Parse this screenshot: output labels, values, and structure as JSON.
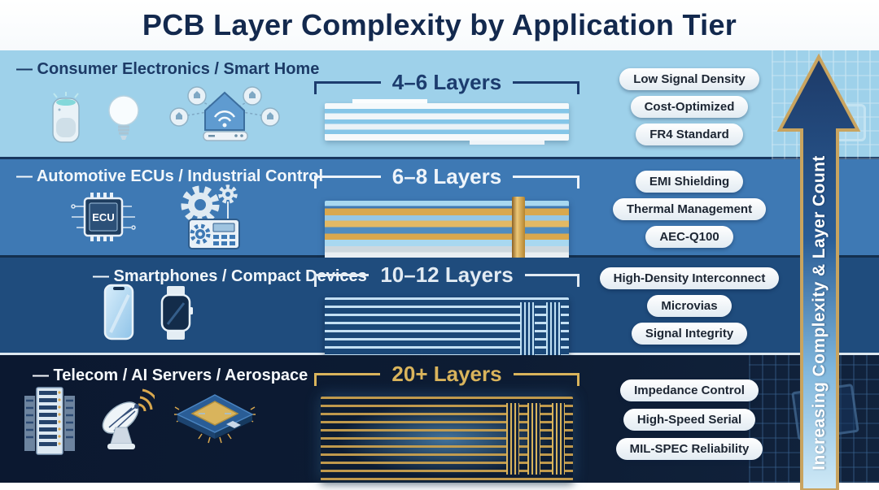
{
  "title": "PCB Layer Complexity by Application Tier",
  "arrow": {
    "label": "Increasing Complexity & Layer Count"
  },
  "tiers": [
    {
      "name": "— Consumer Electronics / Smart Home",
      "layers": "4–6 Layers",
      "badges": [
        "Low Signal Density",
        "Cost-Optimized",
        "FR4 Standard"
      ],
      "icons": [
        "smart-speaker-icon",
        "light-bulb-icon",
        "smart-home-hub-icon"
      ]
    },
    {
      "name": "— Automotive ECUs / Industrial Control",
      "layers": "6–8 Layers",
      "badges": [
        "EMI Shielding",
        "Thermal Management",
        "AEC-Q100"
      ],
      "icons": [
        "ecu-chip-icon",
        "industrial-gears-icon"
      ],
      "ecu_label": "ECU"
    },
    {
      "name": "— Smartphones / Compact Devices",
      "layers": "10–12 Layers",
      "badges": [
        "High-Density Interconnect",
        "Microvias",
        "Signal Integrity"
      ],
      "icons": [
        "smartphone-icon",
        "smartwatch-icon"
      ]
    },
    {
      "name": "— Telecom / AI Servers / Aerospace",
      "layers": "20+ Layers",
      "badges": [
        "Impedance Control",
        "High-Speed Serial",
        "MIL-SPEC Reliability"
      ],
      "icons": [
        "server-rack-icon",
        "satellite-dish-icon",
        "pcb-chip-icon"
      ]
    }
  ],
  "colors": {
    "title_text": "#13294e",
    "tier1_bg": "#9ed1ea",
    "tier2_bg": "#3e79b4",
    "tier3_bg": "#1f4c7d",
    "tier4_bg": "#0d1c33",
    "accent_gold": "#d9b45c",
    "badge_bg": "#ffffff",
    "badge_text": "#1d2633",
    "arrow_border": "#c9a45f",
    "arrow_top": "#1d3a68",
    "arrow_bottom": "#cfe9f6"
  }
}
